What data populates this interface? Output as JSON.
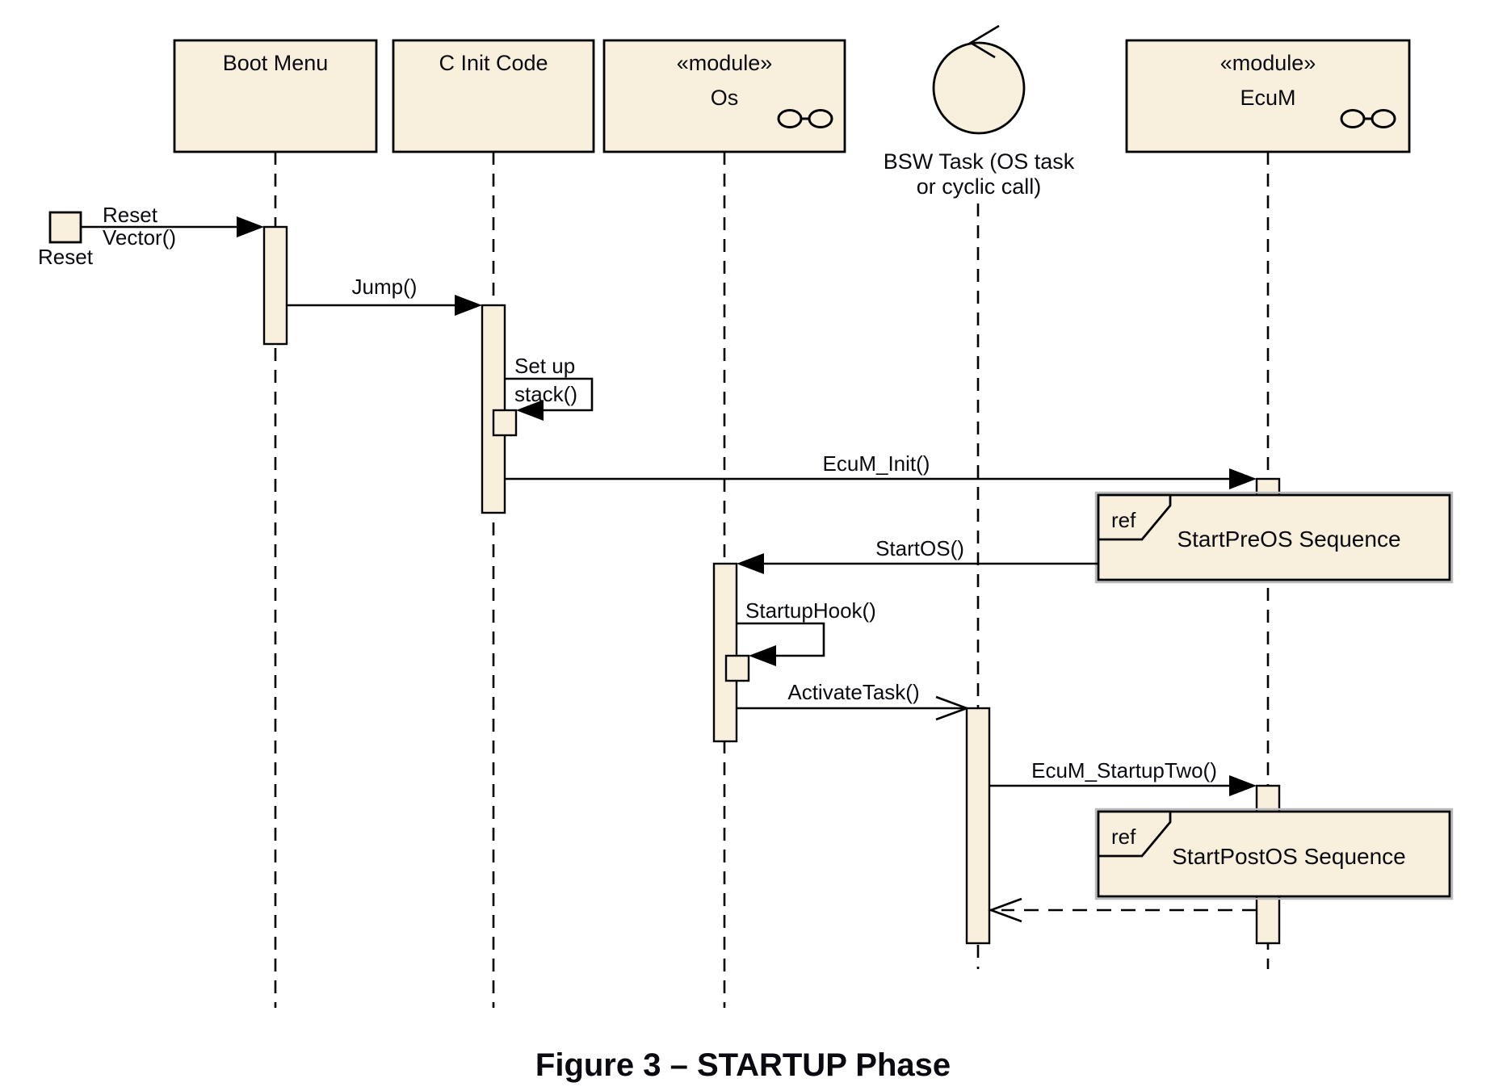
{
  "figure": {
    "caption": "Figure 3 – STARTUP Phase"
  },
  "colors": {
    "shape_fill": "#F8EFDC",
    "line": "#000000",
    "background": "#FFFFFF"
  },
  "lifelines": {
    "boot": {
      "label": "Boot Menu"
    },
    "cinit": {
      "label": "C Init Code"
    },
    "os": {
      "stereotype": "«module»",
      "label": "Os"
    },
    "bsw": {
      "label1": "BSW Task (OS task",
      "label2": "or cyclic call)"
    },
    "ecum": {
      "stereotype": "«module»",
      "label": "EcuM"
    }
  },
  "actor": {
    "label": "Reset"
  },
  "messages": {
    "reset_vector": {
      "line1": "Reset",
      "line2": "Vector()"
    },
    "jump": {
      "label": "Jump()"
    },
    "setup_stack": {
      "line1": "Set up",
      "line2": "stack()"
    },
    "ecum_init": {
      "label": "EcuM_Init()"
    },
    "startos": {
      "label": "StartOS()"
    },
    "startuphook": {
      "label": "StartupHook()"
    },
    "activatetask": {
      "label": "ActivateTask()"
    },
    "ecum_startuptwo": {
      "label": "EcuM_StartupTwo()"
    }
  },
  "refs": {
    "keyword": "ref",
    "pre": {
      "label": "StartPreOS Sequence"
    },
    "post": {
      "label": "StartPostOS Sequence"
    }
  }
}
